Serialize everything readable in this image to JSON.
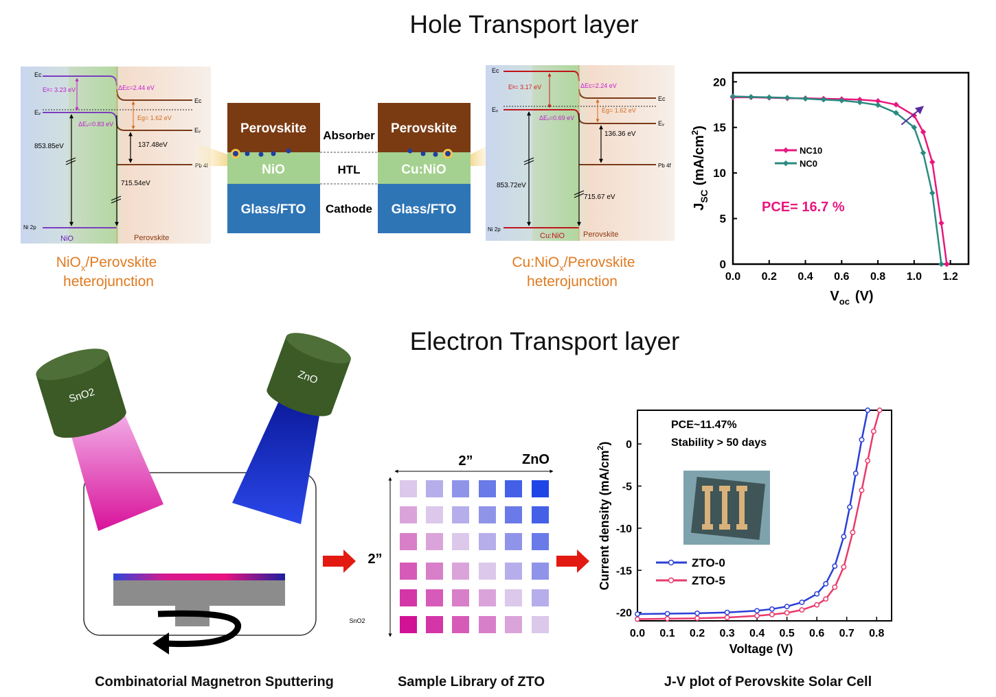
{
  "top": {
    "title": "Hole Transport layer",
    "left_band": {
      "Ec": "Eᴄ",
      "Ev": "Eᵥ",
      "Eg": "Eᵍ= 3.23 eV",
      "dEc": "ΔEᴄ=2.44 eV",
      "Eg2": "Eg= 1.62 eV",
      "dEv": "ΔEᵥ=0.83 eV",
      "Ec_r": "Eᴄ",
      "Ev_r": "Eᵥ",
      "v853": "853.85eV",
      "v137": "137.48eV",
      "v715": "715.54eV",
      "pb4f": "Pb 4f",
      "ni2p": "Ni 2p",
      "mat_left": "NiO",
      "mat_right": "Perovskite",
      "caption_l1": "NiO",
      "caption_sub": "x",
      "caption_l1b": "/Perovskite",
      "caption_l2": "heterojunction"
    },
    "device": {
      "left": {
        "top": "Perovskite",
        "mid": "NiO",
        "bot": "Glass/FTO"
      },
      "right": {
        "top": "Perovskite",
        "mid": "Cu:NiO",
        "bot": "Glass/FTO"
      },
      "labels": {
        "absorber": "Absorber",
        "htl": "HTL",
        "cathode": "Cathode"
      }
    },
    "right_band": {
      "Ec": "Eᴄ",
      "Ev": "Eᵥ",
      "Eg": "Eᵍ= 3.17 eV",
      "dEc": "ΔEᴄ=2.24 eV",
      "Eg2": "Eg= 1.62 eV",
      "dEv": "ΔEᵥ=0.69 eV",
      "Ec_r": "Eᴄ",
      "Ev_r": "Eᵥ",
      "v853": "853.72eV",
      "v136": "136.36 eV",
      "v715": "715.67 eV",
      "pb4f": "Pb 4f",
      "ni2p": "Ni 2p",
      "mat_left": "Cu:NiO",
      "mat_right": "Perovskite",
      "caption_l1": "Cu:NiO",
      "caption_sub": "x",
      "caption_l1b": "/Perovskite",
      "caption_l2": "heterojunction"
    }
  },
  "bottom": {
    "title": "Electron Transport layer",
    "sputter": {
      "gun1": "SnO2",
      "gun2": "ZnO",
      "caption": "Combinatorial Magnetron Sputtering"
    },
    "library": {
      "width": "2”",
      "height": "2”",
      "zno": "ZnO",
      "sno2": "SnO2",
      "caption": "Sample Library of ZTO"
    },
    "jv_caption": "J-V plot of Perovskite Solar Cell"
  },
  "chart_data": [
    {
      "type": "line",
      "xlabel": "V",
      "xlabel_sub": "oc",
      "xlabel_unit": "(V)",
      "ylabel": "J",
      "ylabel_sub": "SC",
      "ylabel_unit": "(mA/cm",
      "ylabel_sup": "2",
      "ylabel_close": ")",
      "xlim": [
        0.0,
        1.3
      ],
      "ylim": [
        0,
        21
      ],
      "x_ticks": [
        "0.0",
        "0.2",
        "0.4",
        "0.6",
        "0.8",
        "1.0",
        "1.2"
      ],
      "y_ticks": [
        "0",
        "5",
        "10",
        "15",
        "20"
      ],
      "annotation": "PCE= 16.7 %",
      "colors": {
        "NC10": "#e8177f",
        "NC0": "#2a8a80",
        "arrow": "#5b2a9e",
        "annotation": "#e8177f"
      },
      "series": [
        {
          "name": "NC10",
          "x": [
            0,
            0.1,
            0.2,
            0.3,
            0.4,
            0.5,
            0.6,
            0.7,
            0.8,
            0.9,
            1.0,
            1.05,
            1.1,
            1.15,
            1.18
          ],
          "y": [
            18.3,
            18.3,
            18.25,
            18.2,
            18.2,
            18.15,
            18.1,
            18.05,
            17.9,
            17.5,
            16.3,
            14.5,
            11.2,
            4.5,
            0
          ]
        },
        {
          "name": "NC0",
          "x": [
            0,
            0.1,
            0.2,
            0.3,
            0.4,
            0.5,
            0.6,
            0.7,
            0.8,
            0.9,
            1.0,
            1.05,
            1.1,
            1.15
          ],
          "y": [
            18.4,
            18.35,
            18.3,
            18.25,
            18.15,
            18.05,
            17.95,
            17.75,
            17.45,
            16.6,
            15.0,
            12.2,
            7.8,
            0
          ]
        }
      ]
    },
    {
      "type": "line",
      "xlabel": "Voltage (V)",
      "ylabel": "Current density (mA/cm",
      "ylabel_sup": "2",
      "ylabel_close": ")",
      "xlim": [
        0.0,
        0.85
      ],
      "ylim": [
        -21,
        4
      ],
      "x_ticks": [
        "0.0",
        "0.1",
        "0.2",
        "0.3",
        "0.4",
        "0.5",
        "0.6",
        "0.7",
        "0.8"
      ],
      "y_ticks": [
        "0",
        "-5",
        "-10",
        "-15",
        "-20"
      ],
      "annotation_lines": [
        "PCE~11.47%",
        "Stability > 50 days"
      ],
      "colors": {
        "ZTO-0": "#2a3fd6",
        "ZTO-5": "#e83a6b"
      },
      "series": [
        {
          "name": "ZTO-0",
          "x": [
            0,
            0.1,
            0.2,
            0.3,
            0.4,
            0.45,
            0.5,
            0.55,
            0.6,
            0.63,
            0.66,
            0.69,
            0.71,
            0.73,
            0.75,
            0.77
          ],
          "y": [
            -20.2,
            -20.15,
            -20.1,
            -20.0,
            -19.8,
            -19.6,
            -19.3,
            -18.8,
            -17.8,
            -16.6,
            -14.5,
            -11.0,
            -7.5,
            -3.5,
            0.5,
            4
          ]
        },
        {
          "name": "ZTO-5",
          "x": [
            0,
            0.1,
            0.2,
            0.3,
            0.4,
            0.45,
            0.5,
            0.55,
            0.6,
            0.63,
            0.66,
            0.69,
            0.72,
            0.75,
            0.77,
            0.79,
            0.81
          ],
          "y": [
            -20.8,
            -20.75,
            -20.7,
            -20.6,
            -20.4,
            -20.25,
            -20.05,
            -19.7,
            -19.1,
            -18.4,
            -17.0,
            -14.6,
            -10.5,
            -5.5,
            -2.0,
            1.5,
            4
          ]
        }
      ]
    }
  ]
}
